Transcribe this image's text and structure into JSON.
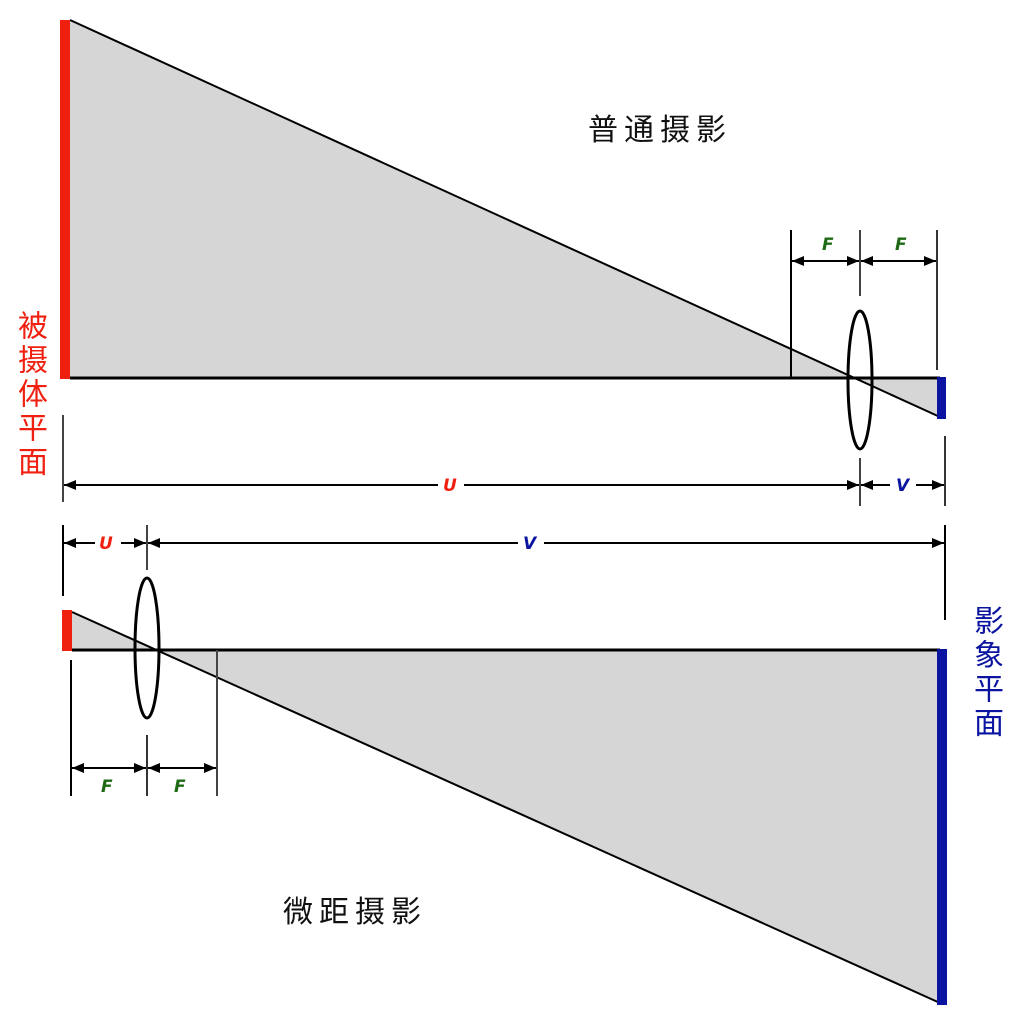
{
  "titles": {
    "normal": "普通摄影",
    "macro": "微距摄影"
  },
  "side_labels": {
    "object_plane": "被摄体平面",
    "image_plane": "影象平面"
  },
  "dimension_labels": {
    "u": "U",
    "v": "V",
    "f": "F"
  },
  "colors": {
    "object": "#f02010",
    "image": "#0a14a0",
    "focal": "#1e6a14",
    "fill": "#d6d6d6"
  }
}
